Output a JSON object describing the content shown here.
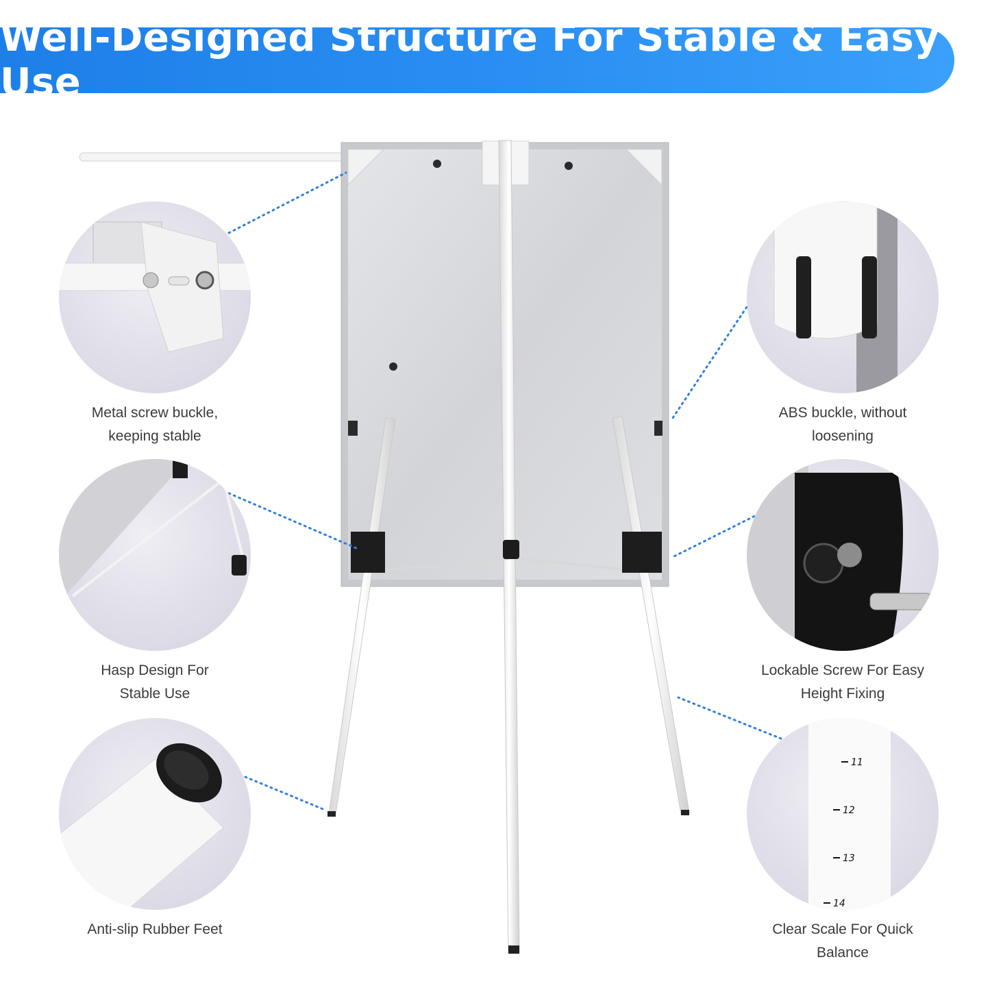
{
  "banner": {
    "title": "Well-Designed Structure For Stable & Easy Use",
    "color_start": "#1d7fe8",
    "color_end": "#3aa0fb"
  },
  "features": [
    {
      "caption_line1": "Metal screw buckle,",
      "caption_line2": "keeping stable"
    },
    {
      "caption_line1": "ABS buckle, without",
      "caption_line2": "loosening"
    },
    {
      "caption_line1": "Hasp Design For",
      "caption_line2": "Stable Use"
    },
    {
      "caption_line1": "Lockable Screw For Easy",
      "caption_line2": "Height Fixing"
    },
    {
      "caption_line1": "Anti-slip Rubber Feet",
      "caption_line2": ""
    },
    {
      "caption_line1": "Clear Scale For Quick",
      "caption_line2": "Balance"
    }
  ],
  "scale_marks": [
    "11",
    "12",
    "13",
    "14"
  ],
  "colors": {
    "dotted_line": "#2f7fe0",
    "board": "#d9dadd",
    "frame": "#c8c9cc"
  }
}
